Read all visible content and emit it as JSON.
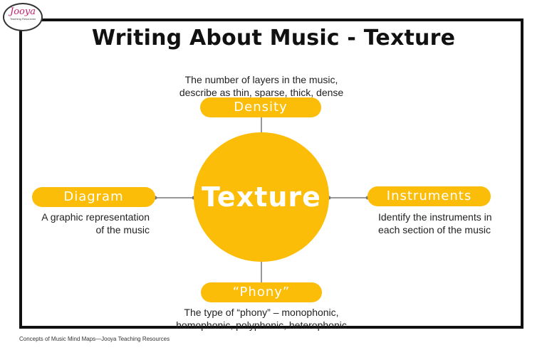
{
  "logo": {
    "word": "Jooya",
    "subtitle": "Teaching Resources"
  },
  "title": "Writing About Music - Texture",
  "hub": {
    "label": "Texture"
  },
  "nodes": {
    "density": {
      "label": "Density",
      "desc_line1": "The number of layers in the music,",
      "desc_line2": "describe as thin, sparse, thick, dense"
    },
    "diagram": {
      "label": "Diagram",
      "desc_line1": "A graphic representation",
      "desc_line2": "of the music"
    },
    "instruments": {
      "label": "Instruments",
      "desc_line1": "Identify the instruments in",
      "desc_line2": "each section of the music"
    },
    "phony": {
      "label": "“Phony”",
      "desc_line1": "The type of “phony” – monophonic,",
      "desc_line2": "homophonic, polyphonic, heterophonic"
    }
  },
  "colors": {
    "accent": "#fbbd08",
    "connector": "#777777",
    "frame": "#111111"
  },
  "footer": "Concepts of Music Mind Maps—Jooya Teaching Resources"
}
